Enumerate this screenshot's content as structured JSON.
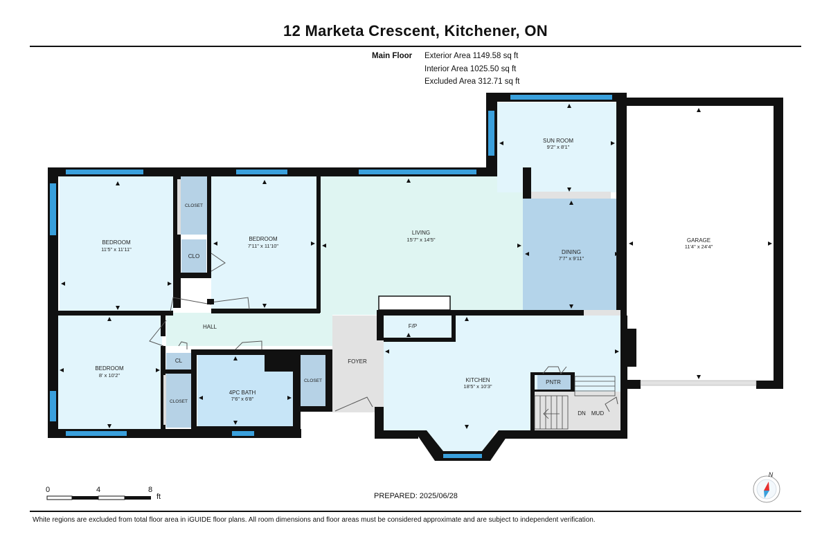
{
  "header": {
    "title": "12 Marketa Crescent, Kitchener, ON",
    "level_label": "Main Floor",
    "area_lines": [
      "Exterior Area 1149.58 sq ft",
      "Interior Area 1025.50 sq ft",
      "Excluded Area 312.71 sq ft"
    ]
  },
  "rooms": {
    "bedroom1": {
      "name": "BEDROOM",
      "dims": "11'5\" x 11'11\""
    },
    "bedroom2": {
      "name": "BEDROOM",
      "dims": "7'11\" x 11'10\""
    },
    "bedroom3": {
      "name": "BEDROOM",
      "dims": "8' x 10'2\""
    },
    "living": {
      "name": "LIVING",
      "dims": "15'7\" x 14'5\""
    },
    "sunroom": {
      "name": "SUN ROOM",
      "dims": "9'2\" x 8'1\""
    },
    "dining": {
      "name": "DINING",
      "dims": "7'7\" x 9'11\""
    },
    "garage": {
      "name": "GARAGE",
      "dims": "11'4\" x 24'4\""
    },
    "kitchen": {
      "name": "KITCHEN",
      "dims": "18'5\" x 10'3\""
    },
    "bath": {
      "name": "4PC BATH",
      "dims": "7'6\" x 6'8\""
    },
    "hall": {
      "name": "HALL"
    },
    "foyer": {
      "name": "FOYER"
    },
    "fp": {
      "name": "F/P"
    },
    "pntr": {
      "name": "PNTR"
    },
    "mud": {
      "name": "MUD"
    },
    "dn": {
      "name": "DN"
    },
    "closet_top": {
      "name": "CLOSET"
    },
    "clo": {
      "name": "CLO"
    },
    "cl": {
      "name": "CL"
    },
    "closet_left": {
      "name": "CLOSET"
    },
    "closet_foyer": {
      "name": "CLOSET"
    }
  },
  "scale": {
    "ticks": [
      "0",
      "4",
      "8"
    ],
    "unit": "ft"
  },
  "compass": {
    "letter": "N"
  },
  "prepared": "PREPARED: 2025/06/28",
  "footer": "White regions are excluded from total floor area in iGUIDE floor plans. All room dimensions and floor areas must be considered approximate and are subject to independent verification.",
  "colors": {
    "wall": "#111111",
    "window": "#3aa0dc",
    "room_light_blue": "#e2f5fc",
    "room_mint": "#dff5f2",
    "room_dining": "#b4d4ea",
    "closet": "#b6d2e6",
    "bath": "#c7e5f7",
    "foyer": "#e2e2e2"
  }
}
